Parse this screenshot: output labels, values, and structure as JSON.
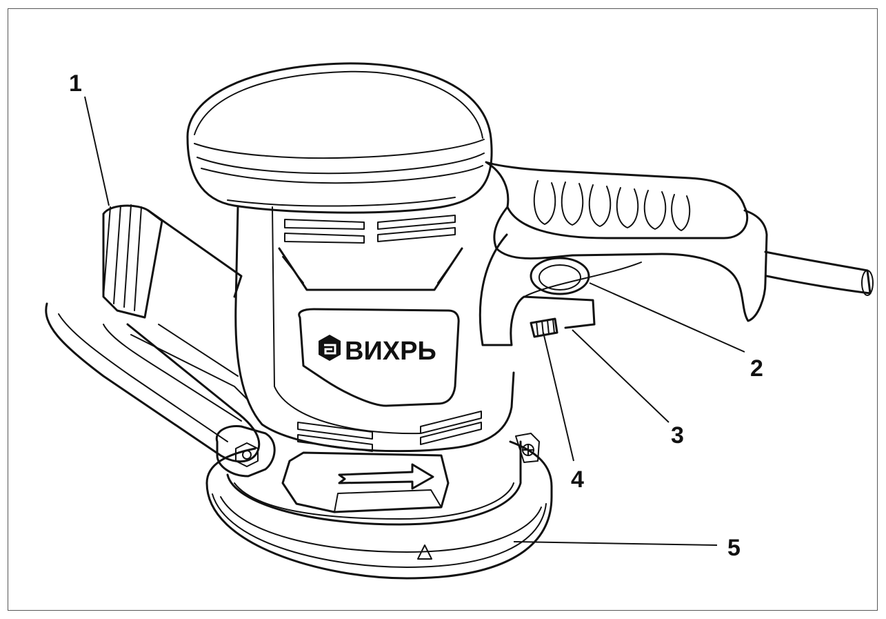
{
  "callouts": [
    {
      "id": "1",
      "label": "1"
    },
    {
      "id": "2",
      "label": "2"
    },
    {
      "id": "3",
      "label": "3"
    },
    {
      "id": "4",
      "label": "4"
    },
    {
      "id": "5",
      "label": "5"
    }
  ],
  "logo": {
    "text": "ВИХРЬ"
  },
  "colors": {
    "ink": "#111111",
    "paper": "#ffffff"
  }
}
